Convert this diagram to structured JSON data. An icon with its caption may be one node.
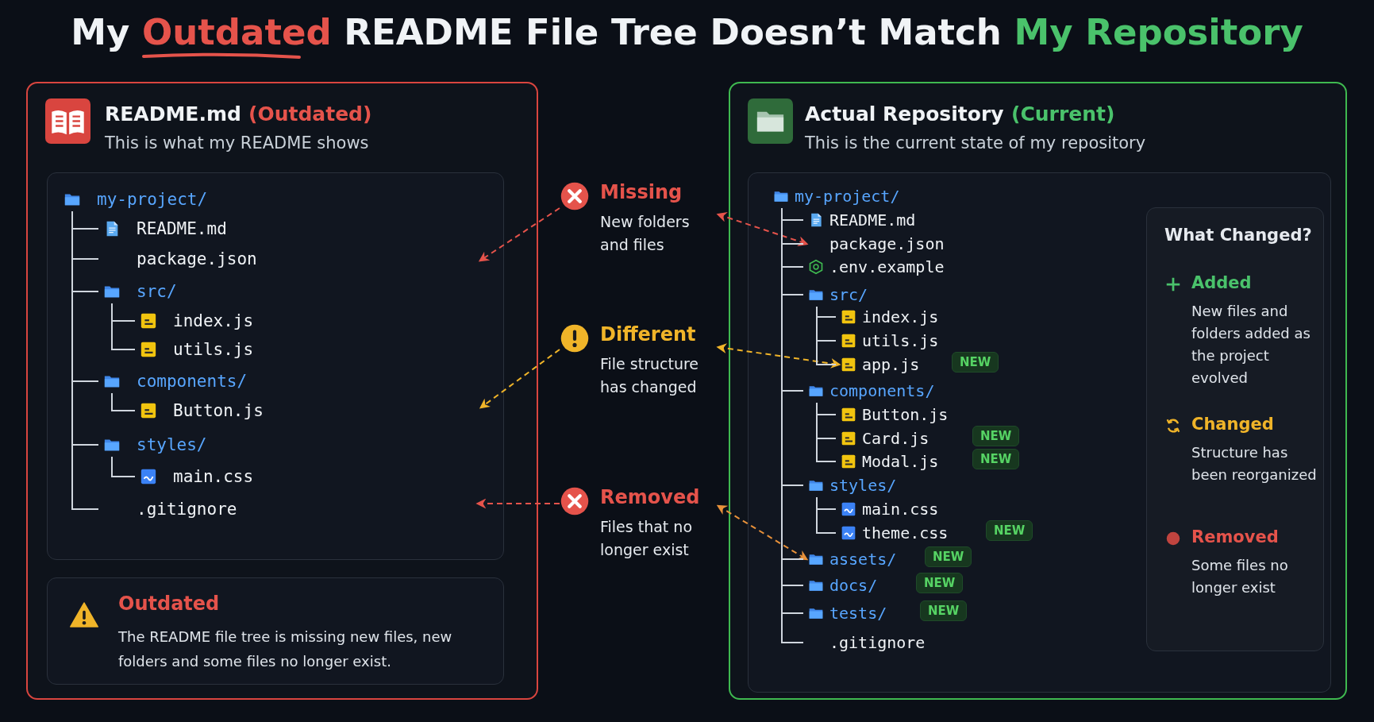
{
  "diagram": {
    "title": "My Outdated README File Tree Doesn’t Match My Repository",
    "nodes": [
      {
        "text": [
          "README.md",
          "(Outdated)",
          "This is what my README shows"
        ]
      },
      {
        "text": [],
        "shape": "box",
        "in": 0
      },
      {
        "text": [
          "my-project/"
        ],
        "in": 1
      },
      {
        "text": [
          "README.md"
        ],
        "in": 1
      },
      {
        "text": [
          "package.json"
        ],
        "in": 1
      },
      {
        "text": [
          "src/"
        ],
        "in": 1
      },
      {
        "text": [
          "index.js"
        ],
        "in": 1
      },
      {
        "text": [
          "utils.js"
        ],
        "in": 1
      },
      {
        "text": [
          "components/"
        ],
        "in": 1
      },
      {
        "text": [
          "Button.js"
        ],
        "in": 1
      },
      {
        "text": [
          "styles/"
        ],
        "in": 1
      },
      {
        "text": [
          "main.css"
        ],
        "in": 1
      },
      {
        "text": [
          ".gitignore"
        ],
        "in": 1
      },
      {
        "text": [
          "Outdated",
          "The README file tree is missing new files, new folders and some files no longer exist."
        ],
        "in": 0
      },
      {
        "text": [
          "Missing",
          "New folders and files"
        ]
      },
      {
        "text": [
          "Different",
          "File structure has changed"
        ]
      },
      {
        "text": [
          "Removed",
          "Files that no longer exist"
        ]
      },
      {
        "text": [
          "Actual Repository",
          "(Current)",
          "This is the current state of my repository"
        ]
      },
      {
        "text": [],
        "shape": "box",
        "in": 17
      },
      {
        "text": [
          "my-project/"
        ],
        "in": 18
      },
      {
        "text": [
          "README.md"
        ],
        "in": 18
      },
      {
        "text": [
          "package.json"
        ],
        "in": 18
      },
      {
        "text": [
          ".env.example"
        ],
        "in": 18
      },
      {
        "text": [
          "src/"
        ],
        "in": 18
      },
      {
        "text": [
          "index.js"
        ],
        "in": 18
      },
      {
        "text": [
          "utils.js"
        ],
        "in": 18
      },
      {
        "text": [
          "app.js"
        ],
        "in": 18
      },
      {
        "text": [
          "components/"
        ],
        "in": 18
      },
      {
        "text": [
          "Button.js"
        ],
        "in": 18
      },
      {
        "text": [
          "Card.js"
        ],
        "in": 18
      },
      {
        "text": [
          "Modal.js"
        ],
        "in": 18
      },
      {
        "text": [
          "styles/"
        ],
        "in": 18
      },
      {
        "text": [
          "main.css"
        ],
        "in": 18
      },
      {
        "text": [
          "theme.css"
        ],
        "in": 18
      },
      {
        "text": [
          "assets/"
        ],
        "in": 18
      },
      {
        "text": [
          "docs/"
        ],
        "in": 18
      },
      {
        "text": [
          "tests/"
        ],
        "in": 18
      },
      {
        "text": [
          ".gitignore"
        ],
        "in": 18
      },
      {
        "text": [
          "What Changed?",
          "Added",
          "New files and folders added as the project evolved",
          "Changed",
          "Structure has been reorganized",
          "Removed",
          "Some files no longer exist"
        ],
        "in": 18
      }
    ],
    "edges": [
      {
        "from": 14,
        "to": 1,
        "arrow": "to",
        "style": "dashed",
        "color": "#e5534b"
      },
      {
        "from": 14,
        "to": 21,
        "arrow": "both",
        "style": "dashed",
        "color": "#e5534b"
      },
      {
        "from": 15,
        "to": 1,
        "arrow": "to",
        "style": "dashed",
        "color": "#f0b429"
      },
      {
        "from": 15,
        "to": 26,
        "arrow": "both",
        "style": "dashed",
        "color": "#f0b429"
      },
      {
        "from": 16,
        "to": 1,
        "arrow": "to",
        "style": "dashed",
        "color": "#e5534b"
      },
      {
        "from": 16,
        "to": 34,
        "arrow": "both",
        "style": "dashed",
        "color": "#e8913a"
      },
      {
        "from": 2,
        "to": 3,
        "arrow": "none"
      },
      {
        "from": 2,
        "to": 4,
        "arrow": "none"
      },
      {
        "from": 2,
        "to": 5,
        "arrow": "none"
      },
      {
        "from": 5,
        "to": 6,
        "arrow": "none"
      },
      {
        "from": 5,
        "to": 7,
        "arrow": "none"
      },
      {
        "from": 2,
        "to": 8,
        "arrow": "none"
      },
      {
        "from": 8,
        "to": 9,
        "arrow": "none"
      },
      {
        "from": 2,
        "to": 10,
        "arrow": "none"
      },
      {
        "from": 10,
        "to": 11,
        "arrow": "none"
      },
      {
        "from": 2,
        "to": 12,
        "arrow": "none"
      },
      {
        "from": 19,
        "to": 20,
        "arrow": "none"
      },
      {
        "from": 19,
        "to": 21,
        "arrow": "none"
      },
      {
        "from": 19,
        "to": 22,
        "arrow": "none"
      },
      {
        "from": 19,
        "to": 23,
        "arrow": "none"
      },
      {
        "from": 23,
        "to": 24,
        "arrow": "none"
      },
      {
        "from": 23,
        "to": 25,
        "arrow": "none"
      },
      {
        "from": 23,
        "to": 26,
        "arrow": "none"
      },
      {
        "from": 19,
        "to": 27,
        "arrow": "none"
      },
      {
        "from": 27,
        "to": 28,
        "arrow": "none"
      },
      {
        "from": 27,
        "to": 29,
        "arrow": "none"
      },
      {
        "from": 27,
        "to": 30,
        "arrow": "none"
      },
      {
        "from": 19,
        "to": 31,
        "arrow": "none"
      },
      {
        "from": 31,
        "to": 32,
        "arrow": "none"
      },
      {
        "from": 31,
        "to": 33,
        "arrow": "none"
      },
      {
        "from": 19,
        "to": 34,
        "arrow": "none"
      },
      {
        "from": 19,
        "to": 35,
        "arrow": "none"
      },
      {
        "from": 19,
        "to": 36,
        "arrow": "none"
      },
      {
        "from": 19,
        "to": 37,
        "arrow": "none"
      }
    ],
    "labels": [
      "NEW",
      "NEW",
      "NEW",
      "NEW",
      "NEW",
      "NEW",
      "NEW"
    ]
  }
}
